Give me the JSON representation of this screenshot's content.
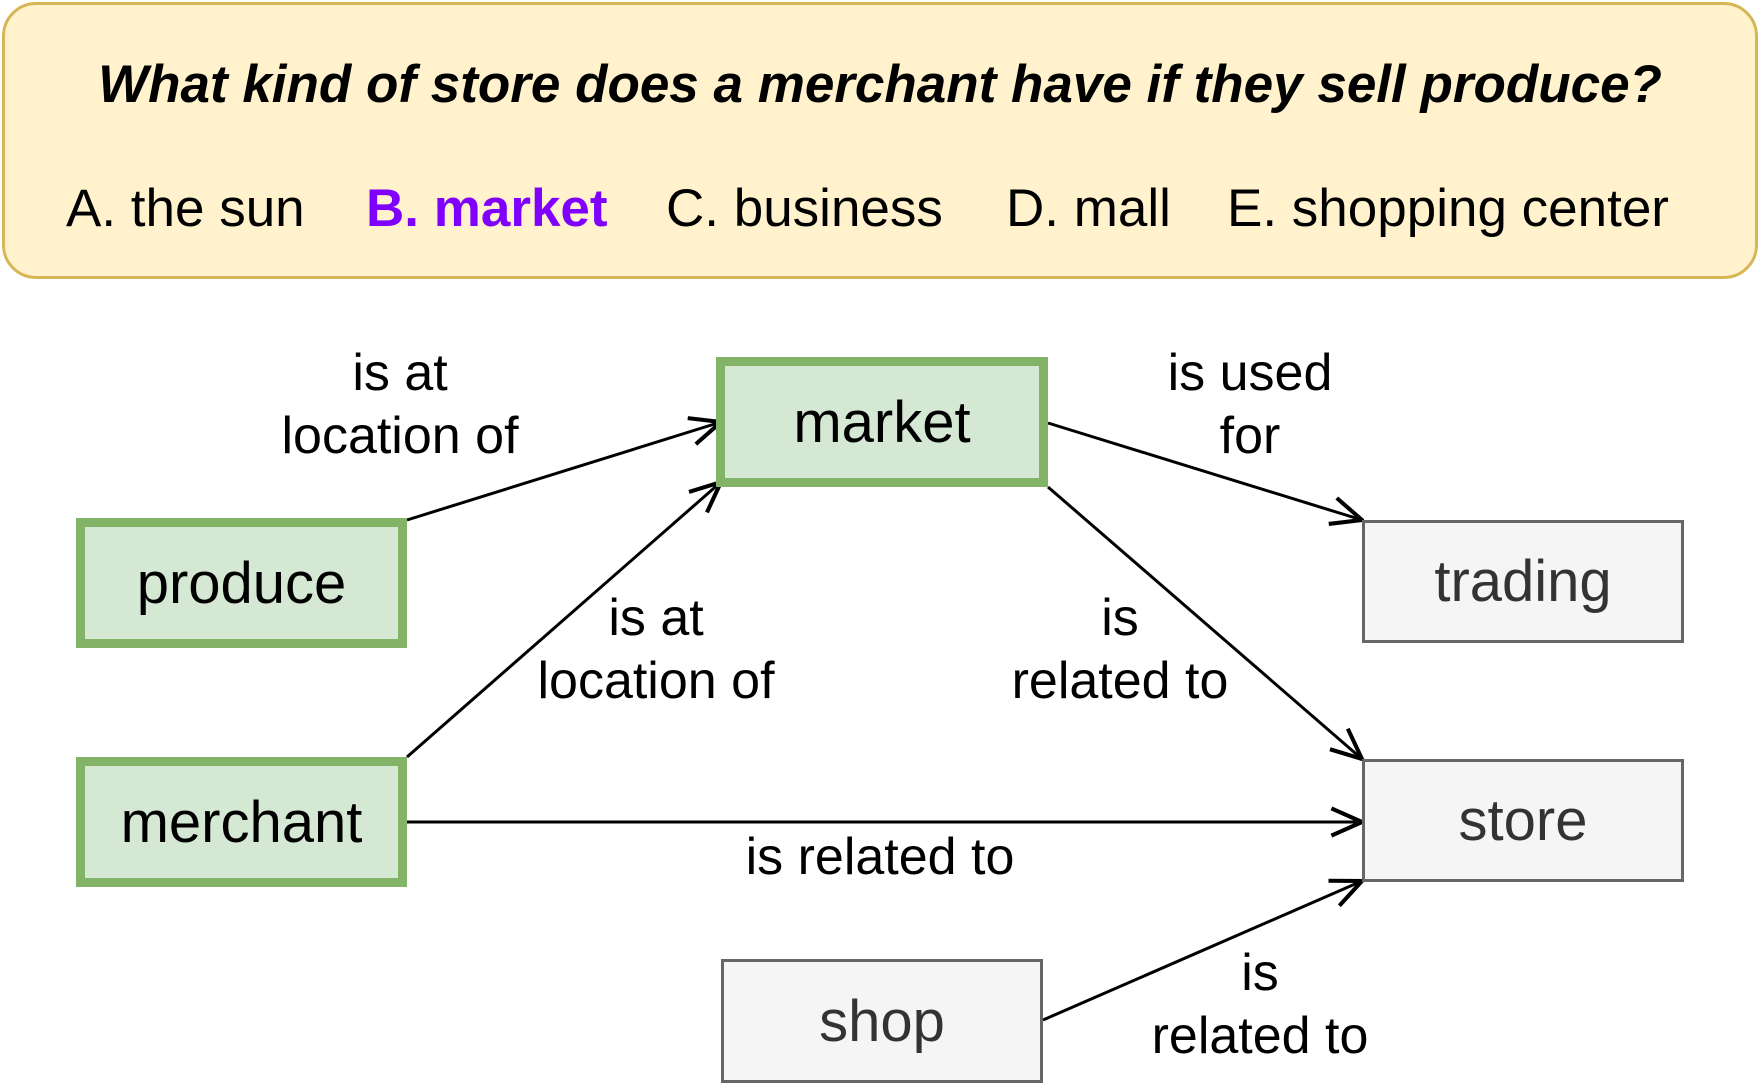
{
  "question": {
    "text": "What kind of store does a merchant have if they sell produce?",
    "options": [
      {
        "label": "A. the sun"
      },
      {
        "label": "B. market",
        "correct": true
      },
      {
        "label": "C. business"
      },
      {
        "label": "D. mall"
      },
      {
        "label": "E. shopping center"
      }
    ]
  },
  "graph": {
    "nodes": {
      "produce": {
        "label": "produce",
        "highlighted": true
      },
      "merchant": {
        "label": "merchant",
        "highlighted": true
      },
      "market": {
        "label": "market",
        "highlighted": true
      },
      "trading": {
        "label": "trading",
        "highlighted": false
      },
      "store": {
        "label": "store",
        "highlighted": false
      },
      "shop": {
        "label": "shop",
        "highlighted": false
      }
    },
    "edges": [
      {
        "from": "produce",
        "to": "market",
        "line1": "is at",
        "line2": "location of"
      },
      {
        "from": "merchant",
        "to": "market",
        "line1": "is at",
        "line2": "location of"
      },
      {
        "from": "market",
        "to": "trading",
        "line1": "is used",
        "line2": "for"
      },
      {
        "from": "market",
        "to": "store",
        "line1": "is",
        "line2": "related to"
      },
      {
        "from": "merchant",
        "to": "store",
        "line1": "is related to"
      },
      {
        "from": "shop",
        "to": "store",
        "line1": "is",
        "line2": "related to"
      }
    ]
  },
  "colors": {
    "question_bg": "#fff2cc",
    "question_border": "#d6b656",
    "correct_option": "#7f00ff",
    "highlight_fill": "#d5e8d4",
    "highlight_border": "#82b366",
    "plain_fill": "#f5f5f5",
    "plain_border": "#666666"
  }
}
